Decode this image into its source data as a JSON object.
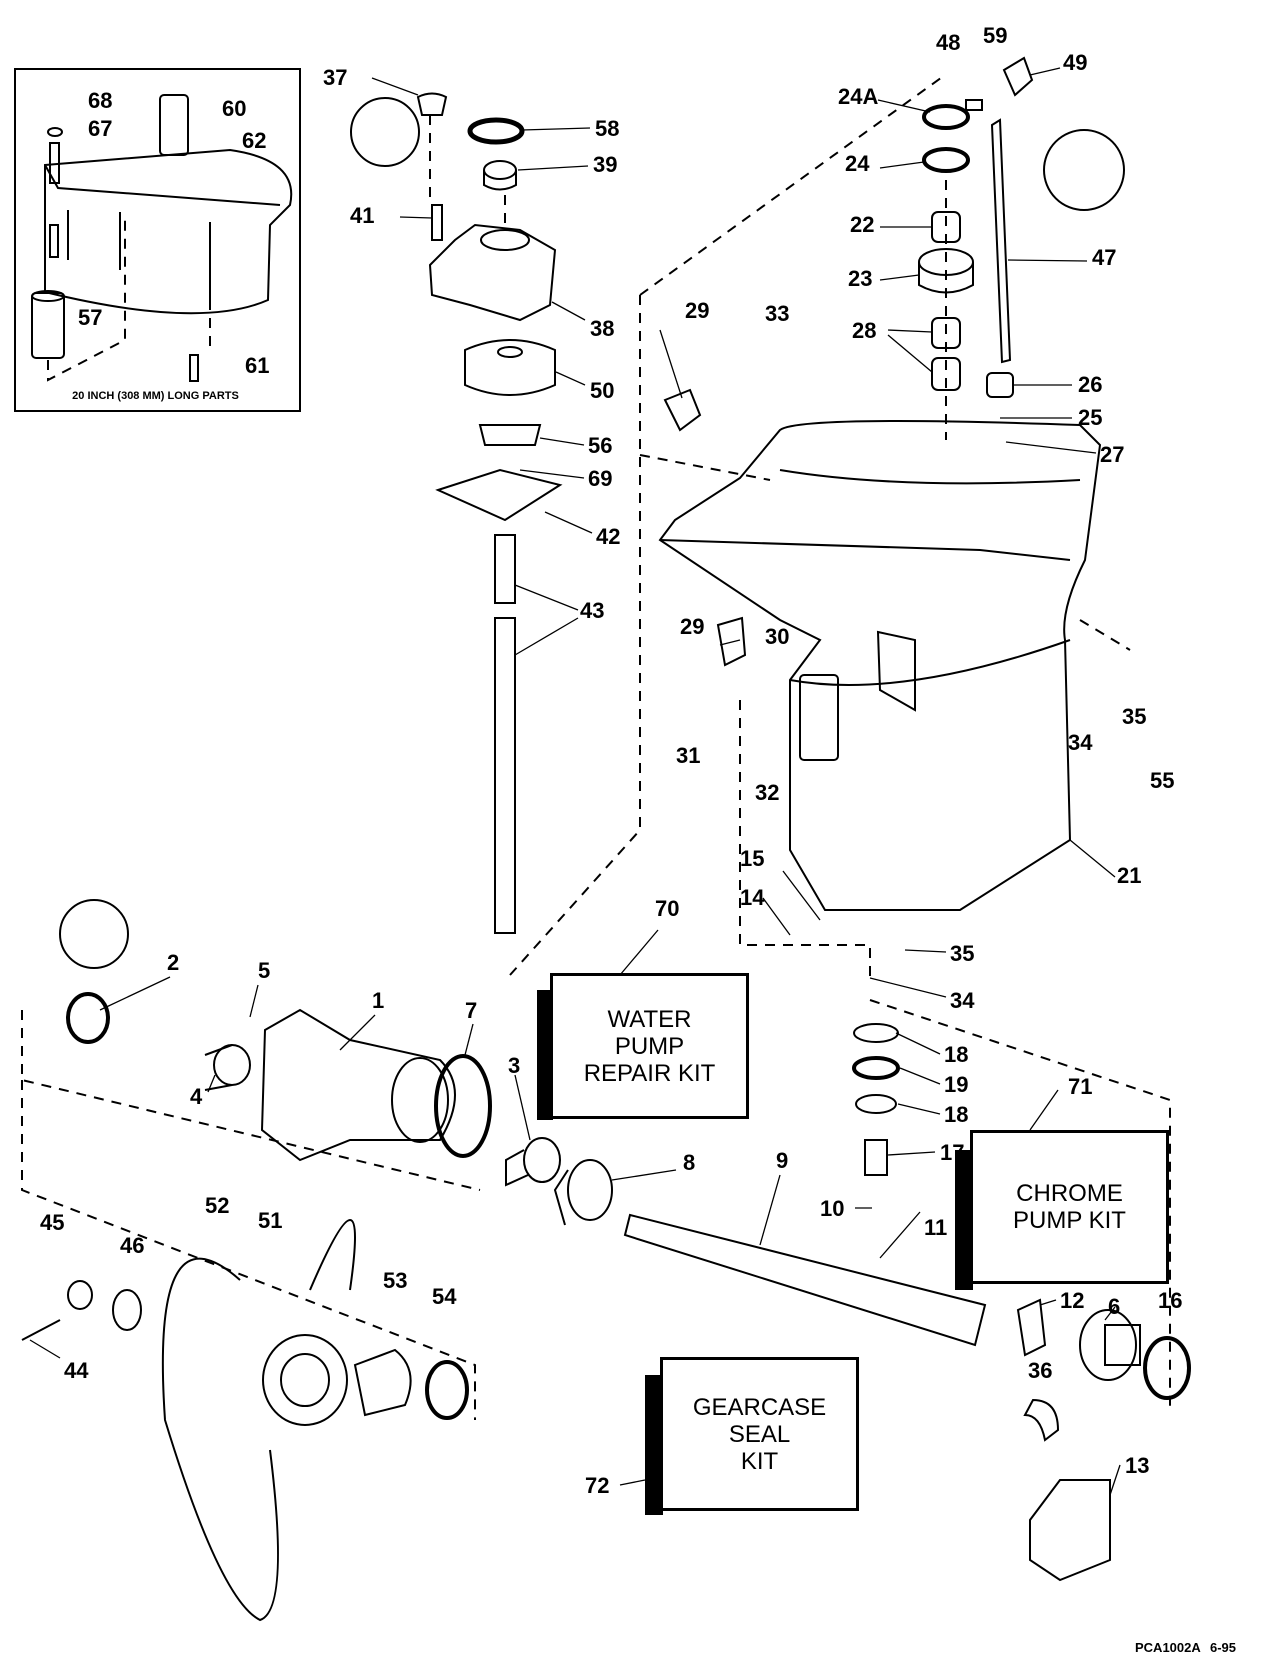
{
  "diagram": {
    "title": "Gearcase exploded parts diagram",
    "figure_code": "PCA1002A",
    "figure_date": "6-95",
    "inset": {
      "caption": "20 INCH (308 MM) LONG PARTS",
      "part_labels": [
        "68",
        "67",
        "60",
        "62",
        "57",
        "61"
      ]
    },
    "kits": [
      {
        "number": "70",
        "lines": [
          "WATER",
          "PUMP",
          "REPAIR KIT"
        ]
      },
      {
        "number": "71",
        "lines": [
          "CHROME",
          "PUMP KIT"
        ]
      },
      {
        "number": "72",
        "lines": [
          "GEARCASE",
          "SEAL",
          "KIT"
        ]
      }
    ],
    "part_labels": {
      "p37": "37",
      "p58": "58",
      "p39": "39",
      "p41": "41",
      "p38": "38",
      "p50": "50",
      "p56": "56",
      "p69": "69",
      "p42": "42",
      "p43": "43",
      "p48": "48",
      "p59": "59",
      "p49": "49",
      "p24a": "24A",
      "p24": "24",
      "p22": "22",
      "p23": "23",
      "p47": "47",
      "p28": "28",
      "p26": "26",
      "p25": "25",
      "p27": "27",
      "p29a": "29",
      "p33": "33",
      "p29b": "29",
      "p30": "30",
      "p31": "31",
      "p32": "32",
      "p35a": "35",
      "p34a": "34",
      "p55": "55",
      "p21": "21",
      "p15": "15",
      "p14": "14",
      "p35b": "35",
      "p34b": "34",
      "p2": "2",
      "p5": "5",
      "p1": "1",
      "p7": "7",
      "p4": "4",
      "p3": "3",
      "p8": "8",
      "p9": "9",
      "p18a": "18",
      "p19": "19",
      "p18b": "18",
      "p17": "17",
      "p10": "10",
      "p11": "11",
      "p12": "12",
      "p6": "6",
      "p16": "16",
      "p36": "36",
      "p13": "13",
      "p45": "45",
      "p46": "46",
      "p52": "52",
      "p51": "51",
      "p53": "53",
      "p54": "54",
      "p44": "44"
    }
  }
}
